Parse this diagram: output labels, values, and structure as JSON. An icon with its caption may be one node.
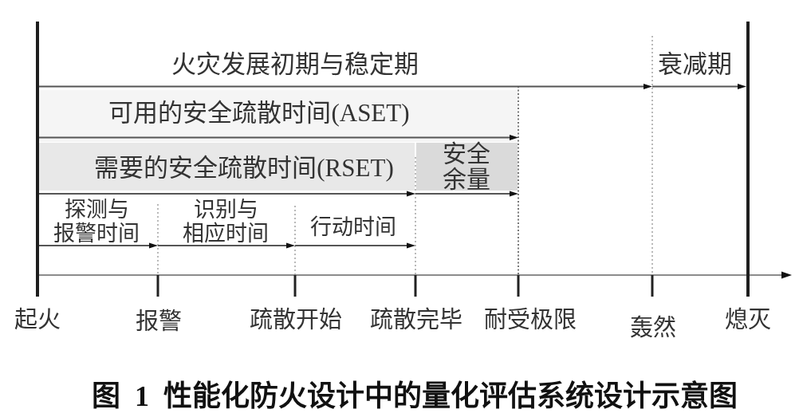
{
  "diagram": {
    "caption": "图 1 性能化防火设计中的量化评估系统设计示意图",
    "nodes": [
      {
        "text": [
          "可用的安全疏散时间(ASET)"
        ]
      },
      {
        "text": [
          "需要的安全疏散时间(RSET)"
        ]
      },
      {
        "text": [
          "安全余量"
        ]
      }
    ],
    "labels": [
      "火灾发展初期与稳定期",
      "衰减期",
      "探测与报警时间",
      "识别与相应时间",
      "行动时间",
      "起火",
      "报警",
      "疏散开始",
      "疏散完毕",
      "耐受极限",
      "轰然",
      "熄灭"
    ]
  }
}
